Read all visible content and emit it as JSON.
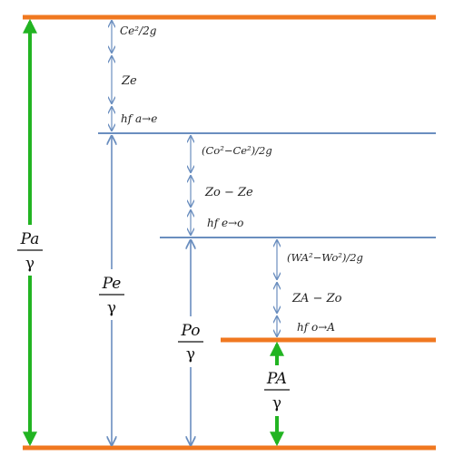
{
  "colors": {
    "orange": "#F07820",
    "orange_glow": "#F9C79C",
    "blue": "#6A8EBF",
    "green": "#22B422",
    "text": "#222222"
  },
  "labels": {
    "a_to_e": {
      "velocity_head": "Ce²/2g",
      "elevation": "Ze",
      "loss": "hf a→e"
    },
    "e_to_o": {
      "velocity_head": "(Co²−Ce²)/2g",
      "elevation": "Zo − Ze",
      "loss": "hf e→o"
    },
    "o_to_a": {
      "velocity_head": "(WA²−Wo²)/2g",
      "elevation": "ZA − Zo",
      "loss": "hf o→A"
    }
  },
  "pressure_heads": {
    "pa": {
      "numerator": "Pa",
      "denominator": "γ"
    },
    "pe": {
      "numerator": "Pe",
      "denominator": "γ"
    },
    "po": {
      "numerator": "Po",
      "denominator": "γ"
    },
    "pA": {
      "numerator": "PA",
      "denominator": "γ"
    }
  }
}
